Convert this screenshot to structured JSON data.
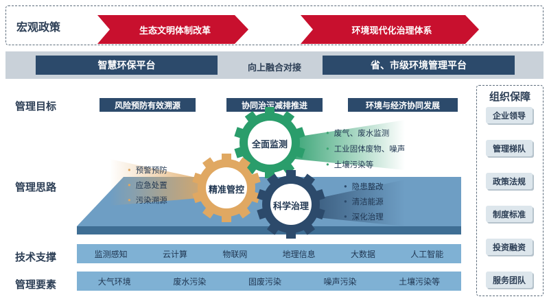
{
  "macro_policy": {
    "label": "宏观政策",
    "arrows": [
      "生态文明体制改革",
      "环境现代化治理体系"
    ]
  },
  "platform_row": {
    "left": "智慧环保平台",
    "middle": "向上融合对接",
    "right": "省、市级环境管理平台"
  },
  "management_goals": {
    "label": "管理目标",
    "items": [
      "风险预防有效溯源",
      "协同治污减排推进",
      "环境与经济协同发展"
    ]
  },
  "management_thinking": {
    "label": "管理思路",
    "gears": {
      "top": "全面监测",
      "left": "精准管控",
      "bottom": "科学治理"
    },
    "green_bullets": [
      "废气、废水监测",
      "工业固体废物、噪声",
      "土壤污染等"
    ],
    "orange_bullets": [
      "预警预防",
      "应急处置",
      "污染溯源"
    ],
    "blue_bullets": [
      "隐患整改",
      "清洁能源",
      "深化治理"
    ]
  },
  "tech_support": {
    "label": "技术支撑",
    "items": [
      "监测感知",
      "云计算",
      "物联网",
      "地理信息",
      "大数据",
      "人工智能"
    ]
  },
  "management_elements": {
    "label": "管理要素",
    "items": [
      "大气环境",
      "废水污染",
      "固废污染",
      "噪声污染",
      "土壤污染等"
    ]
  },
  "org_guarantee": {
    "title": "组织保障",
    "items": [
      "企业领导",
      "管理梯队",
      "政策法规",
      "制度标准",
      "投资融资",
      "服务团队"
    ]
  },
  "colors": {
    "navy": "#2c4a6b",
    "red_arrow": "#c8102e",
    "green_gear": "#2a9d6b",
    "orange_gear": "#e0a862",
    "blue_gear": "#2c4a6b",
    "light_blue_bar": "#7fb1d4"
  }
}
